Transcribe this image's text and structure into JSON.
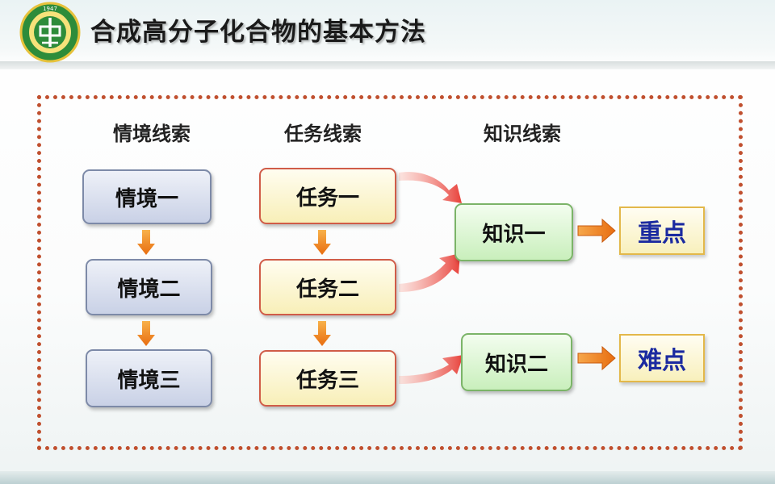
{
  "title": "合成高分子化合物的基本方法",
  "logo": {
    "year": "1947",
    "icon": "school-emblem-icon"
  },
  "columns": {
    "context": "情境线索",
    "task": "任务线索",
    "knowledge": "知识线索"
  },
  "contexts": [
    "情境一",
    "情境二",
    "情境三"
  ],
  "tasks": [
    "任务一",
    "任务二",
    "任务三"
  ],
  "knowledge": [
    "知识一",
    "知识二"
  ],
  "outcomes": [
    "重点",
    "难点"
  ],
  "colors": {
    "frame": "#c0502f",
    "arrow_orange": "#f08a1a",
    "arrow_red": "#e8534a",
    "outcome_text": "#1b2aa0"
  }
}
